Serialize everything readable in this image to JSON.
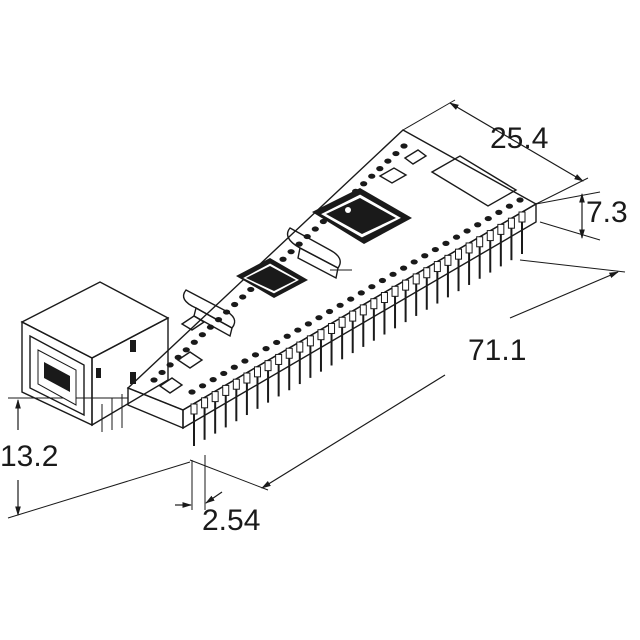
{
  "figure": {
    "dimensions": {
      "width_label": "25.4",
      "board_thickness_label": "7.3",
      "length_label": "71.1",
      "height_label": "13.2",
      "pin_pitch_label": "2.54"
    },
    "colors": {
      "line": "#1a1a1a",
      "board": "#ffffff",
      "chip": "#1a1a1a",
      "background": "#ffffff"
    }
  }
}
